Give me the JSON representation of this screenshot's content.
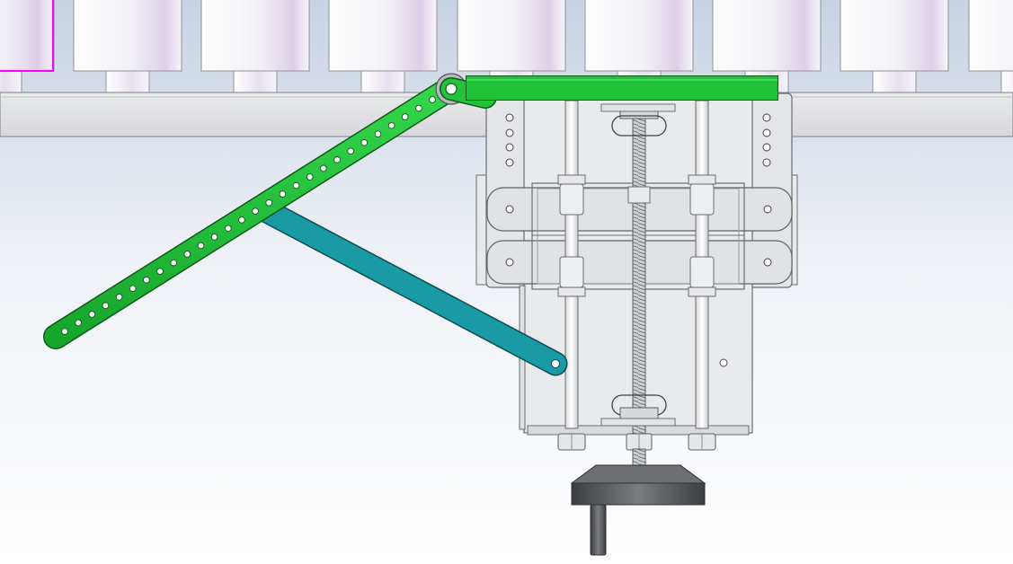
{
  "scene": {
    "background_top": "#c8d2e2",
    "background_bottom": "#ffffff",
    "colors": {
      "green_link": "#21c23a",
      "green_edge": "#0d5a16",
      "teal_link": "#1a9aa4",
      "teal_edge": "#0b4b50",
      "frame_gray": "#e3e4e6",
      "frame_edge": "#6a6d72",
      "selection_outline": "#ff00ff",
      "foot_dark": "#4a4c50"
    },
    "components": [
      "roller-row",
      "support-beam",
      "lift-plate-link",
      "perforated-lever-arm",
      "connecting-link",
      "lead-screw",
      "guide-rods",
      "carriage",
      "leveling-foot"
    ]
  }
}
